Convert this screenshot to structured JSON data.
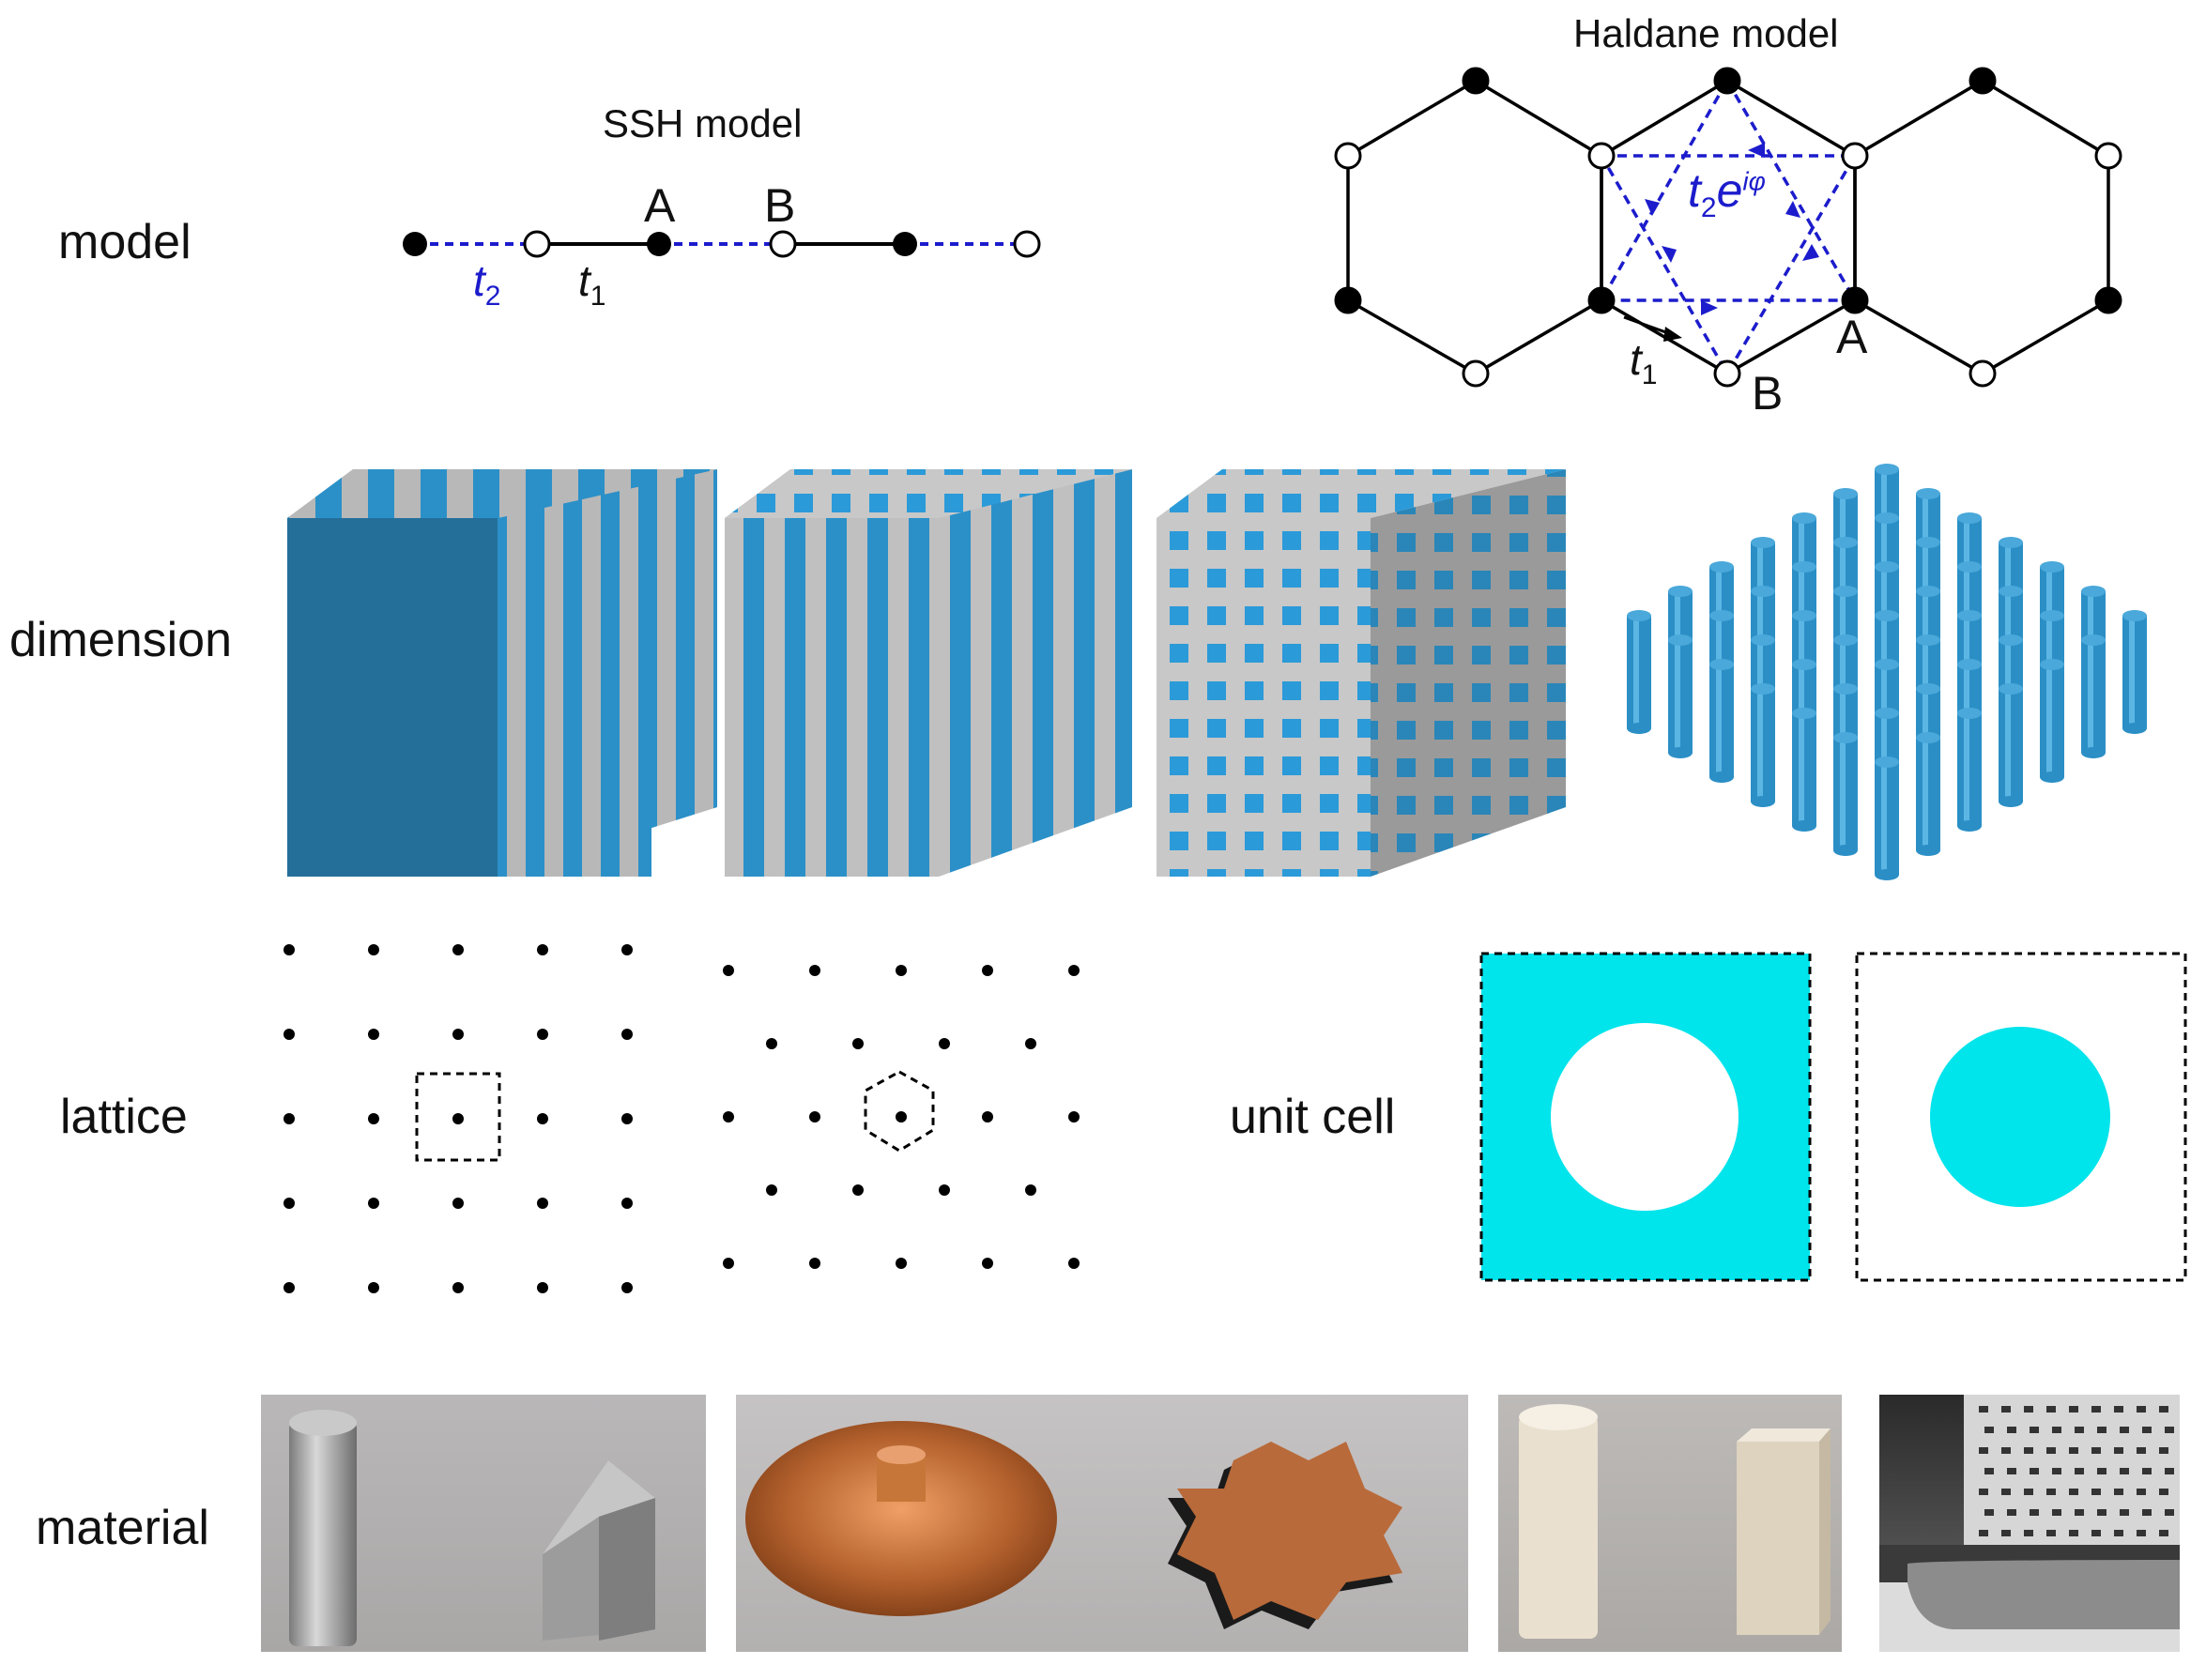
{
  "rows": {
    "model": "model",
    "dimension": "dimension",
    "lattice": "lattice",
    "unit_cell": "unit cell",
    "material": "material"
  },
  "ssh": {
    "title": "SSH model",
    "label_A": "A",
    "label_B": "B",
    "t1": "t",
    "t1_sub": "1",
    "t2": "t",
    "t2_sub": "2"
  },
  "haldane": {
    "title": "Haldane model",
    "hop": "t",
    "hop_sub": "2",
    "hop_exp": "e",
    "hop_exp_sup": "iφ",
    "t1": "t",
    "t1_sub": "1",
    "label_A": "A",
    "label_B": "B"
  },
  "colors": {
    "blue_hop": "#1c1ccc",
    "cube_blue": "#2b90c8",
    "cube_gray": "#b8b8b8",
    "unit_cyan": "#00e4ec"
  }
}
